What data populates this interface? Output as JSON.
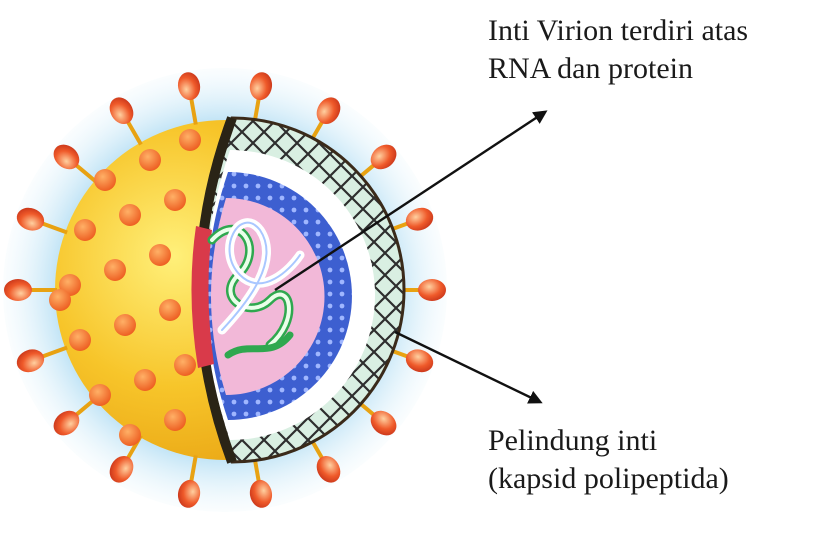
{
  "diagram": {
    "subject": "virion cross-section",
    "labels": {
      "core": {
        "line1": "Inti Virion terdiri atas",
        "line2": "RNA dan protein"
      },
      "capsid": {
        "line1": "Pelindung inti",
        "line2": "(kapsid polipeptida)"
      }
    },
    "colors": {
      "halo": "#bfe3f5",
      "envelope": "#f7c52a",
      "envelope_dark": "#e8a212",
      "spike": "#ef5a2a",
      "capsid_mesh": "#2e2e2e",
      "capsid_fill": "#d9efe2",
      "inner_white": "#ffffff",
      "core_blue": "#3d5fd0",
      "core_pink": "#f2b8d8",
      "core_red": "#d93a4a",
      "rna_green": "#2fa84f",
      "rna_white": "#ffffff",
      "arrow": "#111111"
    }
  }
}
